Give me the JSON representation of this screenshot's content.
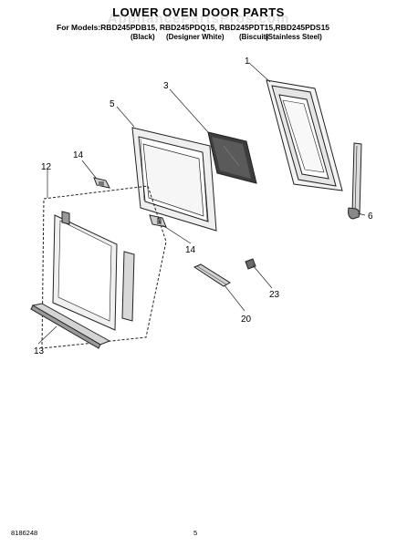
{
  "header": {
    "title": "LOWER OVEN DOOR PARTS",
    "models": "For Models:RBD245PDB15, RBD245PDQ15, RBD245PDT15,RBD245PDS15",
    "finishes": [
      "(Black)",
      "(Designer White)",
      "(Biscuit)",
      "(Stainless Steel)"
    ]
  },
  "watermark": "AppliancePartsPros.com",
  "callouts": [
    "1",
    "3",
    "5",
    "14",
    "12",
    "6",
    "14",
    "23",
    "20",
    "13"
  ],
  "footer": {
    "doc_number": "8186248",
    "page_number": "5"
  }
}
